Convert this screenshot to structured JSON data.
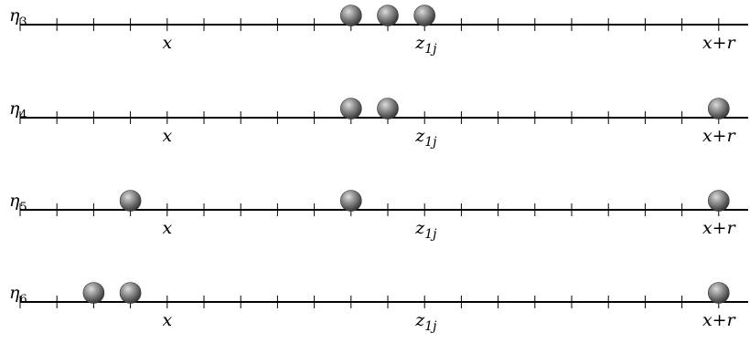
{
  "rows": [
    {
      "eta": "3",
      "x": "x",
      "z": "z",
      "zsub": "1j",
      "xr": "x+r",
      "balls": [
        9,
        10,
        11
      ]
    },
    {
      "eta": "4",
      "x": "x",
      "z": "z",
      "zsub": "1j",
      "xr": "x+r",
      "balls": [
        9,
        10,
        19
      ]
    },
    {
      "eta": "5",
      "x": "x",
      "z": "z",
      "zsub": "1j",
      "xr": "x+r",
      "balls": [
        3,
        9,
        19
      ]
    },
    {
      "eta": "6",
      "x": "x",
      "z": "z",
      "zsub": "1j",
      "xr": "x+r",
      "balls": [
        2,
        3,
        19
      ]
    }
  ],
  "axis": {
    "ticks": 20,
    "x_index": 4,
    "z_index": 11,
    "xr_index": 19
  }
}
